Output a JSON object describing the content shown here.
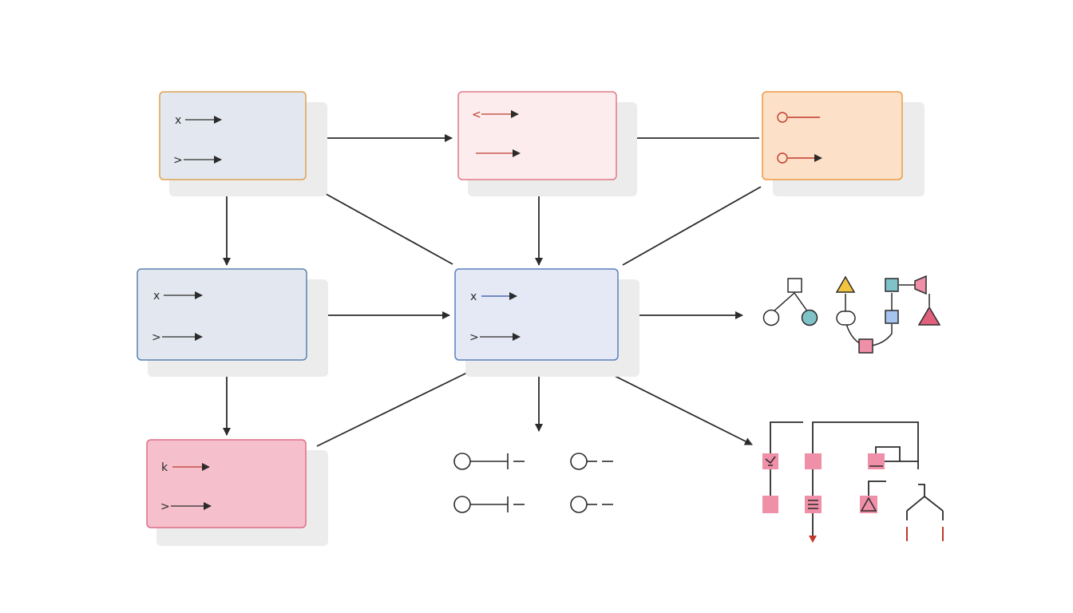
{
  "colors": {
    "edge": "#2b2b2b",
    "shadow": "#ececec",
    "accent_red": "#c0392b",
    "accent_blue": "#2f4fa8",
    "pink": "#ef8fa8",
    "teal": "#7fc2c8",
    "yellow": "#f2c440",
    "light_blue": "#a7c3ef"
  },
  "nodes": [
    {
      "id": "box-top-left",
      "fill": "#e3e8f0",
      "stroke": "#e0a050",
      "rows": [
        {
          "glyph": "x",
          "arrow": "right"
        },
        {
          "glyph": ">",
          "arrow": "right"
        }
      ]
    },
    {
      "id": "box-top-center",
      "fill": "#fdecee",
      "stroke": "#e07a85",
      "rows": [
        {
          "glyph": "<",
          "arrow": "right",
          "accent": "red"
        },
        {
          "glyph": "",
          "arrow": "right",
          "accent": "red"
        }
      ]
    },
    {
      "id": "box-top-right",
      "fill": "#fde0c8",
      "stroke": "#ec9a45",
      "rows": [
        {
          "glyph": "o",
          "arrow": "plain",
          "accent": "red"
        },
        {
          "glyph": "o",
          "arrow": "right",
          "accent": "red"
        }
      ]
    },
    {
      "id": "box-middle-left",
      "fill": "#e3e8f0",
      "stroke": "#5b83ad",
      "rows": [
        {
          "glyph": "x",
          "arrow": "right"
        },
        {
          "glyph": ">",
          "arrow": "right"
        }
      ]
    },
    {
      "id": "box-center",
      "fill": "#e5e9f5",
      "stroke": "#5b7fbd",
      "rows": [
        {
          "glyph": "x",
          "arrow": "right",
          "accent": "blue"
        },
        {
          "glyph": ">",
          "arrow": "right"
        }
      ]
    },
    {
      "id": "box-bottom-left",
      "fill": "#f5c0cc",
      "stroke": "#df6d88",
      "rows": [
        {
          "glyph": "k",
          "arrow": "right",
          "accent": "red"
        },
        {
          "glyph": ">",
          "arrow": "right"
        }
      ]
    }
  ],
  "edges": [
    {
      "from": "box-top-left",
      "to": "box-top-center",
      "arrow": "end"
    },
    {
      "from": "box-top-center",
      "to": "box-top-right",
      "arrow": "none"
    },
    {
      "from": "box-top-left",
      "to": "box-middle-left",
      "arrow": "end"
    },
    {
      "from": "box-center",
      "to": "box-top-left",
      "arrow": "end"
    },
    {
      "from": "box-top-center",
      "to": "box-center",
      "arrow": "both"
    },
    {
      "from": "box-top-right",
      "to": "box-center",
      "arrow": "none"
    },
    {
      "from": "box-middle-left",
      "to": "box-center",
      "arrow": "end"
    },
    {
      "from": "box-middle-left",
      "to": "box-bottom-left",
      "arrow": "end"
    },
    {
      "from": "box-center",
      "to": "shape-graph",
      "arrow": "end"
    },
    {
      "from": "box-center",
      "to": "circuit-symbols",
      "arrow": "end"
    },
    {
      "from": "box-center",
      "to": "branch-diagram",
      "arrow": "end"
    },
    {
      "from": "box-bottom-left",
      "to": "box-center",
      "arrow": "none"
    }
  ],
  "symbols": {
    "circuit_rows": 2,
    "circuit_columns": 2,
    "shape_graph": [
      "square",
      "circle",
      "teal-circle",
      "yellow-triangle",
      "rounded-node",
      "teal-square",
      "pink-flag",
      "blue-square",
      "pink-square",
      "pink-triangle"
    ],
    "branch_items": [
      "pink-square-mark",
      "pink-square",
      "pink-bar-square",
      "pink-square",
      "pink-lines-square",
      "pink-triangle-square",
      "fork-symbol"
    ]
  }
}
